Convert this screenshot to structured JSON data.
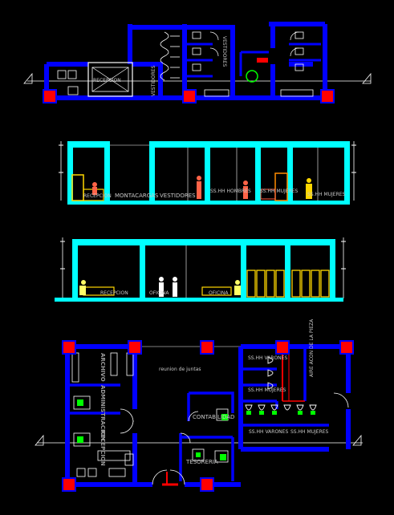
{
  "drawing": {
    "title": "",
    "colors": {
      "wall": "#0000ff",
      "elevation": "#00ffff",
      "column_mark": "#ff0000",
      "fixture": "#00ff00",
      "furniture": "#ffd700",
      "figure": "#ff6347",
      "line": "#ffffff",
      "text": "#c8c8c8"
    }
  },
  "top_plan": {
    "labels": {
      "recepcion": "RECEPCION",
      "vestidores": "VESTIDORES",
      "vestidores_2": "VESTIDORES"
    }
  },
  "elevation_1": {
    "labels": {
      "recepcion": "RECEPCION",
      "montacargas": "MONTACARGAS",
      "vestidores": "VESTIDORES",
      "ss_hh_hombres": "SS.HH HOMBRES",
      "ss_hh_mujeres_a": "SS.HH MUJERES",
      "ss_hh_mujeres_b": "SS.HH MUJERES"
    }
  },
  "elevation_2": {
    "labels": {
      "recepcion": "RECEPCION",
      "oficina": "OFICINA",
      "oficina_2": "OFICINA"
    }
  },
  "floor_plan": {
    "labels": {
      "archivo": "ARCHIVO",
      "administracion": "ADMINISTRACION",
      "recepcion": "RECEPCION",
      "reunion_de_juntas": "reunion de juntas",
      "contabilidad": "CONTABILIDAD",
      "tesoreria": "TESORERIA",
      "ss_hh_varones_1": "SS.HH VARONES",
      "ss_hh_mujeres_1": "SS.HH MUJERES",
      "ss_hh_varones_2": "SS.HH VARONES",
      "ss_hh_mujeres_2": "SS.HH MUJERES",
      "aire_acondicionado": "AIRE ACON DE LA PIEZA"
    }
  }
}
